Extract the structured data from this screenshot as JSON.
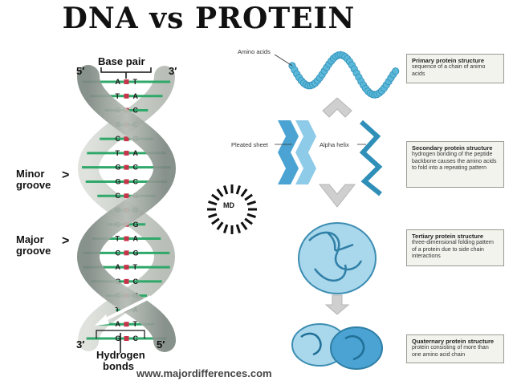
{
  "title": "DNA vs PROTEIN",
  "dna": {
    "base_pair_label": "Base pair",
    "strand_end_top_left": "5′",
    "strand_end_top_right": "3′",
    "strand_end_bottom_left": "3′",
    "strand_end_bottom_right": "5′",
    "minor_groove_label_line1": "Minor",
    "minor_groove_label_line2": "groove",
    "major_groove_label_line1": "Major",
    "major_groove_label_line2": "groove",
    "hydrogen_bonds_label_line1": "Hydrogen",
    "hydrogen_bonds_label_line2": "bonds",
    "base_pairs": [
      {
        "left": "A",
        "right": "T"
      },
      {
        "left": "T",
        "right": "A"
      },
      {
        "left": "G",
        "right": "C"
      },
      {
        "left": "G",
        "right": "C"
      },
      {
        "left": "C",
        "right": "G"
      },
      {
        "left": "T",
        "right": "A"
      },
      {
        "left": "G",
        "right": "C"
      },
      {
        "left": "G",
        "right": "C"
      },
      {
        "left": "C",
        "right": "G"
      },
      {
        "left": "G",
        "right": "C"
      },
      {
        "left": "C",
        "right": "G"
      },
      {
        "left": "T",
        "right": "A"
      },
      {
        "left": "C",
        "right": "G"
      },
      {
        "left": "A",
        "right": "T"
      },
      {
        "left": "G",
        "right": "C"
      },
      {
        "left": "C",
        "right": "G"
      },
      {
        "left": "T",
        "right": "A"
      },
      {
        "left": "A",
        "right": "T"
      },
      {
        "left": "G",
        "right": "C"
      }
    ]
  },
  "logo_text": "MD",
  "protein": {
    "amino_acids_label": "Amino acids",
    "pleated_sheet_label": "Pleated sheet",
    "alpha_helix_label": "Alpha helix",
    "boxes": [
      {
        "title": "Primary protein structure",
        "desc": "sequence of a chain of animo acids"
      },
      {
        "title": "Secondary protein structure",
        "desc": "hydrogen bonding of the peptide backbone causes the amino acids to fold into a repeating pattern"
      },
      {
        "title": "Tertiary protein structure",
        "desc": "three-dimensional folding pattern of a protein due to side chain interactions"
      },
      {
        "title": "Quaternary protein structure",
        "desc": "protein consisting of more than one amino acid chain"
      }
    ]
  },
  "footer": "www.majordifferences.com",
  "colors": {
    "helix_gray": "#9aa39b",
    "helix_light": "#c9cec8",
    "helix_dark": "#6f7872",
    "base_green": "#2fa86a",
    "protein_blue": "#5bb8d8",
    "protein_dark_blue": "#2f8fb8",
    "arrow_gray": "#c8c8c8",
    "box_bg": "#f3f3ee"
  }
}
